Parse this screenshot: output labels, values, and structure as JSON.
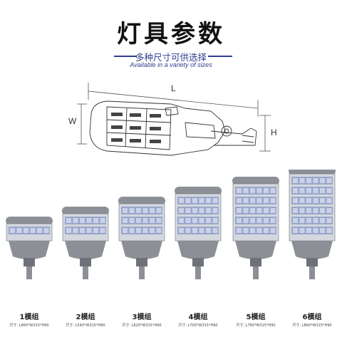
{
  "header": {
    "title": "灯具参数",
    "subtitle_cn": "多种尺寸可供选择",
    "subtitle_en": "Available in a variety of sizes"
  },
  "diagram": {
    "length_label": "L",
    "width_label": "W",
    "height_label": "H"
  },
  "variants": [
    {
      "label": "1模组",
      "size": "尺寸: L460*W315*H90",
      "modules": 1
    },
    {
      "label": "2模组",
      "size": "尺寸: L540*W315*H90",
      "modules": 2
    },
    {
      "label": "3模组",
      "size": "尺寸: L620*W315*H90",
      "modules": 3
    },
    {
      "label": "4模组",
      "size": "尺寸: L700*W315*H90",
      "modules": 4
    },
    {
      "label": "5模组",
      "size": "尺寸: L780*W315*H90",
      "modules": 5
    },
    {
      "label": "6模组",
      "size": "尺寸: L860*W315*H90",
      "modules": 6
    }
  ],
  "colors": {
    "accent": "#2f3f8f",
    "housing": "#8c9096",
    "housing_dark": "#6e7278",
    "led": "#9aa6c8"
  }
}
